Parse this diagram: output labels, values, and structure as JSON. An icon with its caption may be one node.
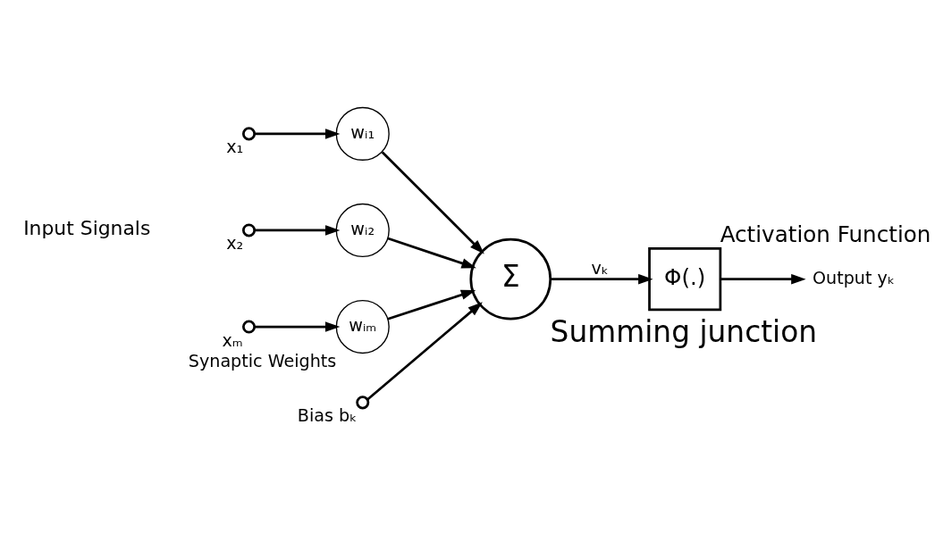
{
  "diagram": {
    "nodes": [
      {
        "text": [],
        "shape": "circle",
        "beside": [
          "x₁"
        ]
      },
      {
        "text": [
          "wᵢ₁"
        ]
      },
      {
        "text": [],
        "shape": "circle",
        "beside": [
          "x₂"
        ]
      },
      {
        "text": [
          "wᵢ₂"
        ]
      },
      {
        "text": [],
        "shape": "circle",
        "beside": [
          "xₘ"
        ]
      },
      {
        "text": [
          "wᵢₘ"
        ],
        "beside": [
          "Synaptic Weights"
        ]
      },
      {
        "text": [],
        "shape": "circle",
        "beside": [
          "Bias bₖ"
        ]
      },
      {
        "text": [
          "Σ"
        ],
        "beside": [
          "Summing junction"
        ]
      },
      {
        "text": [
          "Φ(.)"
        ],
        "beside": [
          "Activation Function"
        ]
      },
      {
        "text": [
          "Output yₖ"
        ]
      }
    ],
    "edges": [
      {
        "from": 0,
        "to": 1,
        "arrow": "to"
      },
      {
        "from": 2,
        "to": 3,
        "arrow": "to"
      },
      {
        "from": 4,
        "to": 5,
        "arrow": "to"
      },
      {
        "from": 1,
        "to": 7,
        "arrow": "to"
      },
      {
        "from": 3,
        "to": 7,
        "arrow": "to"
      },
      {
        "from": 5,
        "to": 7,
        "arrow": "to"
      },
      {
        "from": 6,
        "to": 7,
        "arrow": "to"
      },
      {
        "from": 7,
        "to": 8,
        "arrow": "to",
        "label": "vₖ"
      },
      {
        "from": 8,
        "to": 9,
        "arrow": "to"
      }
    ],
    "labels": [
      "Input Signals"
    ]
  }
}
